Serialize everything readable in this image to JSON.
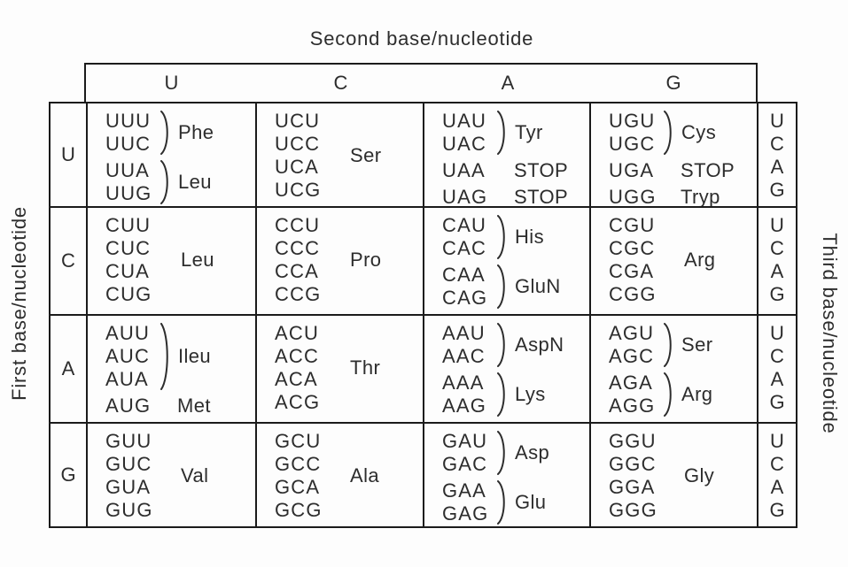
{
  "figure": {
    "title": "Second base/nucleotide",
    "left_axis_label": "First base/nucleotide",
    "right_axis_label": "Third base/nucleotide"
  },
  "second_bases": [
    "U",
    "C",
    "A",
    "G"
  ],
  "third_bases": [
    "U",
    "C",
    "A",
    "G"
  ],
  "rows": [
    {
      "first_base": "U",
      "cells": [
        {
          "groups": [
            {
              "codons": [
                "UUU",
                "UUC"
              ],
              "bracket": true,
              "label": "Phe"
            },
            {
              "codons": [
                "UUA",
                "UUG"
              ],
              "bracket": true,
              "label": "Leu"
            }
          ]
        },
        {
          "groups": [
            {
              "codons": [
                "UCU",
                "UCC",
                "UCA",
                "UCG"
              ],
              "bracket": false,
              "label": "Ser"
            }
          ]
        },
        {
          "groups": [
            {
              "codons": [
                "UAU",
                "UAC"
              ],
              "bracket": true,
              "label": "Tyr"
            },
            {
              "codons": [
                "UAA"
              ],
              "inline": true,
              "label": "STOP"
            },
            {
              "codons": [
                "UAG"
              ],
              "inline": true,
              "label": "STOP"
            }
          ]
        },
        {
          "groups": [
            {
              "codons": [
                "UGU",
                "UGC"
              ],
              "bracket": true,
              "label": "Cys"
            },
            {
              "codons": [
                "UGA"
              ],
              "inline": true,
              "label": "STOP"
            },
            {
              "codons": [
                "UGG"
              ],
              "inline": true,
              "label": "Tryp"
            }
          ]
        }
      ]
    },
    {
      "first_base": "C",
      "cells": [
        {
          "groups": [
            {
              "codons": [
                "CUU",
                "CUC",
                "CUA",
                "CUG"
              ],
              "bracket": false,
              "label": "Leu"
            }
          ]
        },
        {
          "groups": [
            {
              "codons": [
                "CCU",
                "CCC",
                "CCA",
                "CCG"
              ],
              "bracket": false,
              "label": "Pro"
            }
          ]
        },
        {
          "groups": [
            {
              "codons": [
                "CAU",
                "CAC"
              ],
              "bracket": true,
              "label": "His"
            },
            {
              "codons": [
                "CAA",
                "CAG"
              ],
              "bracket": true,
              "label": "GluN"
            }
          ]
        },
        {
          "groups": [
            {
              "codons": [
                "CGU",
                "CGC",
                "CGA",
                "CGG"
              ],
              "bracket": false,
              "label": "Arg"
            }
          ]
        }
      ]
    },
    {
      "first_base": "A",
      "cells": [
        {
          "groups": [
            {
              "codons": [
                "AUU",
                "AUC",
                "AUA"
              ],
              "bracket": true,
              "label": "Ileu"
            },
            {
              "codons": [
                "AUG"
              ],
              "inline": true,
              "label": "Met"
            }
          ]
        },
        {
          "groups": [
            {
              "codons": [
                "ACU",
                "ACC",
                "ACA",
                "ACG"
              ],
              "bracket": false,
              "label": "Thr"
            }
          ]
        },
        {
          "groups": [
            {
              "codons": [
                "AAU",
                "AAC"
              ],
              "bracket": true,
              "label": "AspN"
            },
            {
              "codons": [
                "AAA",
                "AAG"
              ],
              "bracket": true,
              "label": "Lys"
            }
          ]
        },
        {
          "groups": [
            {
              "codons": [
                "AGU",
                "AGC"
              ],
              "bracket": true,
              "label": "Ser"
            },
            {
              "codons": [
                "AGA",
                "AGG"
              ],
              "bracket": true,
              "label": "Arg"
            }
          ]
        }
      ]
    },
    {
      "first_base": "G",
      "cells": [
        {
          "groups": [
            {
              "codons": [
                "GUU",
                "GUC",
                "GUA",
                "GUG"
              ],
              "bracket": false,
              "label": "Val"
            }
          ]
        },
        {
          "groups": [
            {
              "codons": [
                "GCU",
                "GCC",
                "GCA",
                "GCG"
              ],
              "bracket": false,
              "label": "Ala"
            }
          ]
        },
        {
          "groups": [
            {
              "codons": [
                "GAU",
                "GAC"
              ],
              "bracket": true,
              "label": "Asp"
            },
            {
              "codons": [
                "GAA",
                "GAG"
              ],
              "bracket": true,
              "label": "Glu"
            }
          ]
        },
        {
          "groups": [
            {
              "codons": [
                "GGU",
                "GGC",
                "GGA",
                "GGG"
              ],
              "bracket": false,
              "label": "Gly"
            }
          ]
        }
      ]
    }
  ]
}
